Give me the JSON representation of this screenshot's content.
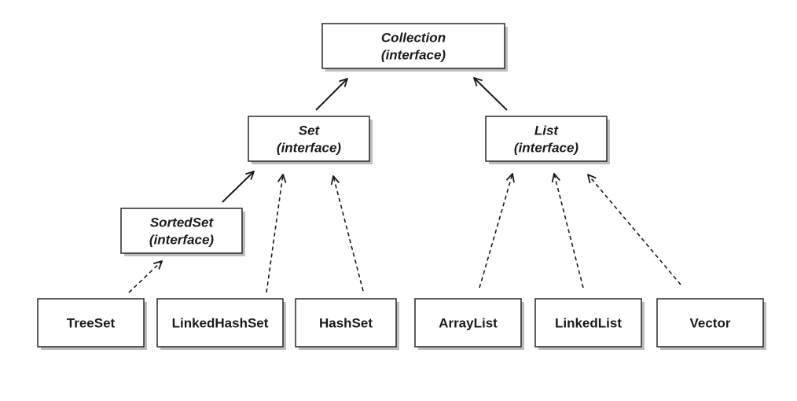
{
  "nodes": {
    "collection": {
      "lines": [
        "Collection",
        "(interface)"
      ],
      "italic": true
    },
    "set": {
      "lines": [
        "Set",
        "(interface)"
      ],
      "italic": true
    },
    "list": {
      "lines": [
        "List",
        "(interface)"
      ],
      "italic": true
    },
    "sortedset": {
      "lines": [
        "SortedSet",
        "(interface)"
      ],
      "italic": true
    },
    "treeset": {
      "lines": [
        "TreeSet"
      ],
      "italic": false
    },
    "linkedhashset": {
      "lines": [
        "LinkedHashSet"
      ],
      "italic": false
    },
    "hashset": {
      "lines": [
        "HashSet"
      ],
      "italic": false
    },
    "arraylist": {
      "lines": [
        "ArrayList"
      ],
      "italic": false
    },
    "linkedlist": {
      "lines": [
        "LinkedList"
      ],
      "italic": false
    },
    "vector": {
      "lines": [
        "Vector"
      ],
      "italic": false
    }
  },
  "edges": [
    {
      "from": "set",
      "to": "collection",
      "style": "solid"
    },
    {
      "from": "list",
      "to": "collection",
      "style": "solid"
    },
    {
      "from": "sortedset",
      "to": "set",
      "style": "solid"
    },
    {
      "from": "linkedhashset",
      "to": "set",
      "style": "dashed"
    },
    {
      "from": "hashset",
      "to": "set",
      "style": "dashed"
    },
    {
      "from": "treeset",
      "to": "sortedset",
      "style": "dashed"
    },
    {
      "from": "arraylist",
      "to": "list",
      "style": "dashed"
    },
    {
      "from": "linkedlist",
      "to": "list",
      "style": "dashed"
    },
    {
      "from": "vector",
      "to": "list",
      "style": "dashed"
    }
  ]
}
